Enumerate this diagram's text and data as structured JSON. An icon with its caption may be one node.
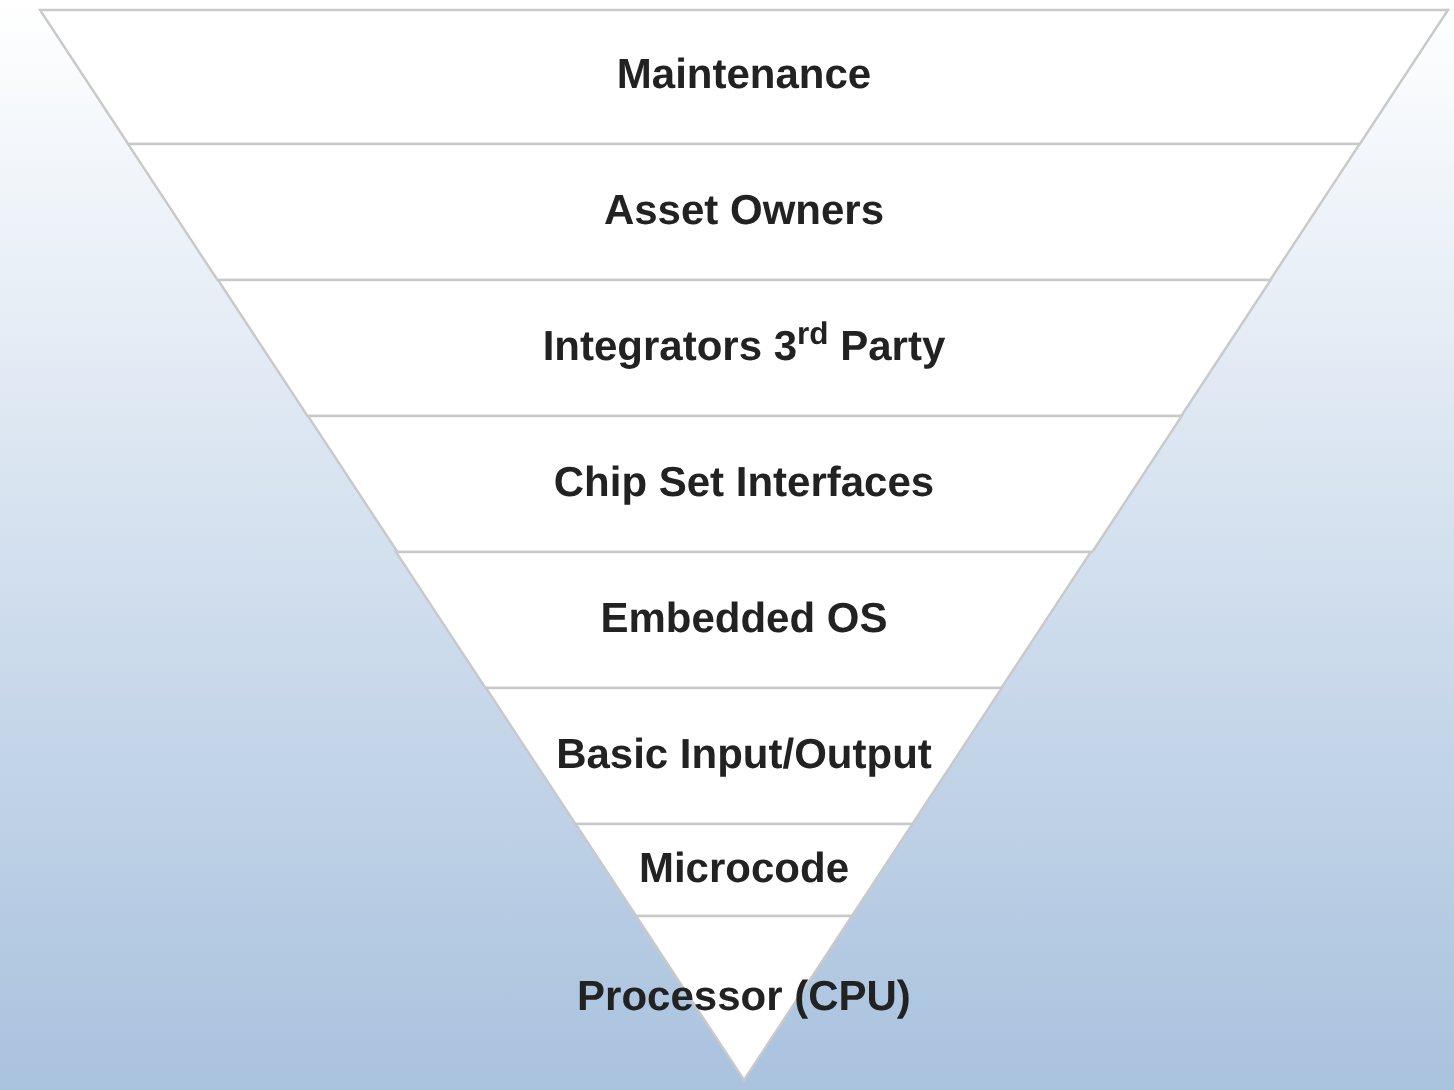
{
  "diagram": {
    "nodes": [
      {
        "text": [
          "Maintenance"
        ]
      },
      {
        "text": [
          "Asset Owners"
        ]
      },
      {
        "text": [
          "Integrators 3$^{rd}$ Party"
        ]
      },
      {
        "text": [
          "Chip Set Interfaces"
        ]
      },
      {
        "text": [
          "Embedded OS"
        ]
      },
      {
        "text": [
          "Basic Input/Output"
        ]
      },
      {
        "text": [
          "Microcode"
        ]
      },
      {
        "text": [
          "Processor (CPU)"
        ]
      }
    ]
  }
}
